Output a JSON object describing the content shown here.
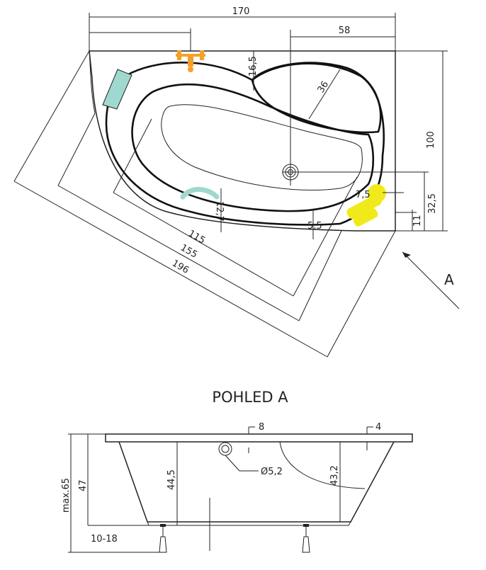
{
  "plan": {
    "overall_width": "170",
    "top_right_width": "58",
    "depth_100": "100",
    "headrest_offset": "16,5",
    "basin_radius": "36",
    "drain_height": "32,5",
    "front_offset_11": "11",
    "offset_7_5": "7,5",
    "offset_5_5": "5,5",
    "offset_12_7": "12,7",
    "diag_115": "115",
    "diag_155": "155",
    "diag_196": "196",
    "view_marker": "A"
  },
  "view": {
    "title": "POHLED A",
    "rim_8": "8",
    "rim_4": "4",
    "drain_diameter": "Ø5,2",
    "depth_44_5": "44,5",
    "depth_43_2": "43,2",
    "height_47": "47",
    "height_max": "max.65",
    "feet_range": "10-18"
  },
  "colors": {
    "headrest": "#9fd8cf",
    "faucet": "#f5a02a",
    "logo": "#f1ea1a"
  }
}
